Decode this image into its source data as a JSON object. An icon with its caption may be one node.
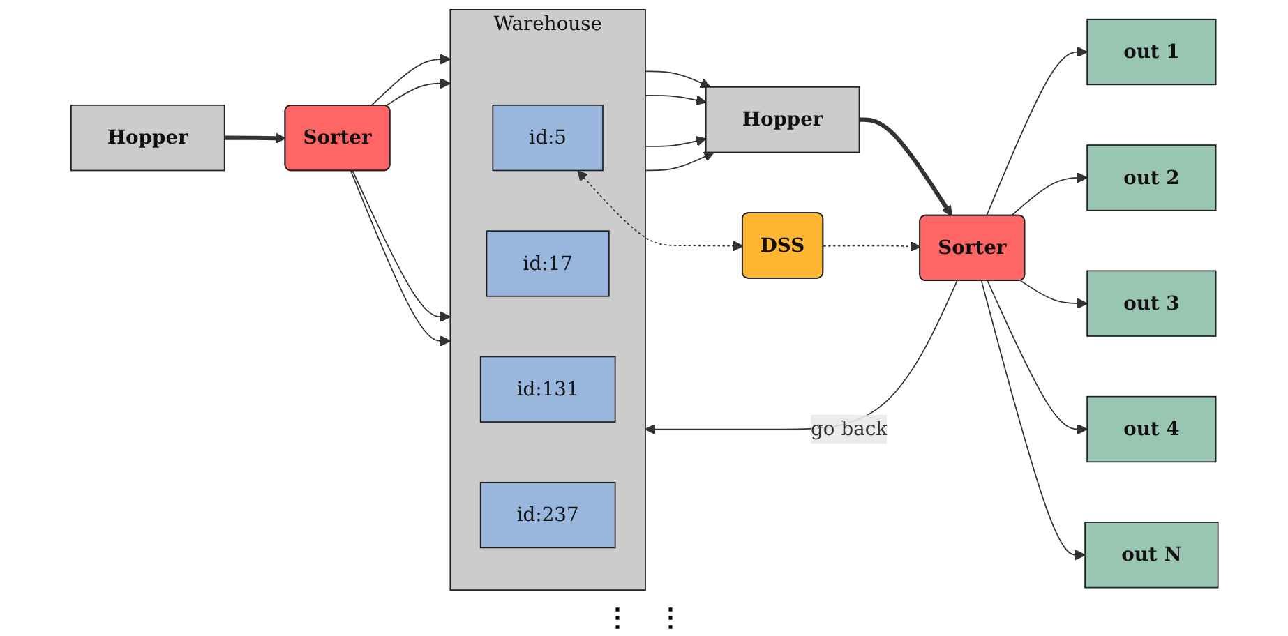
{
  "diagram": {
    "nodes": [
      {
        "text": [
          "Hopper"
        ]
      },
      {
        "text": [
          "Sorter"
        ]
      },
      {
        "text": [
          "Warehouse"
        ]
      },
      {
        "text": [
          "id:5"
        ],
        "in": 2
      },
      {
        "text": [
          "id:17"
        ],
        "in": 2
      },
      {
        "text": [
          "id:131"
        ],
        "in": 2
      },
      {
        "text": [
          "id:237"
        ],
        "in": 2
      },
      {
        "text": [
          "Hopper"
        ]
      },
      {
        "text": [
          "Sorter"
        ]
      },
      {
        "text": [
          "DSS"
        ]
      },
      {
        "text": [
          "out 1"
        ]
      },
      {
        "text": [
          "out 2"
        ]
      },
      {
        "text": [
          "out 3"
        ]
      },
      {
        "text": [
          "out 4"
        ]
      },
      {
        "text": [
          "out N"
        ]
      }
    ],
    "edges": [
      {
        "from": 0,
        "to": 1,
        "arrow": "to",
        "style": "thick"
      },
      {
        "from": 1,
        "to": 2,
        "arrow": "to"
      },
      {
        "from": 1,
        "to": 2,
        "arrow": "to"
      },
      {
        "from": 1,
        "to": 2,
        "arrow": "to"
      },
      {
        "from": 1,
        "to": 2,
        "arrow": "to"
      },
      {
        "from": 2,
        "to": 7,
        "arrow": "to"
      },
      {
        "from": 2,
        "to": 7,
        "arrow": "to"
      },
      {
        "from": 2,
        "to": 7,
        "arrow": "to"
      },
      {
        "from": 2,
        "to": 7,
        "arrow": "to"
      },
      {
        "from": 7,
        "to": 8,
        "arrow": "to",
        "style": "thick"
      },
      {
        "from": 3,
        "to": 9,
        "arrow": "both",
        "style": "dashed"
      },
      {
        "from": 9,
        "to": 8,
        "arrow": "to",
        "style": "dashed"
      },
      {
        "from": 8,
        "to": 10,
        "arrow": "to"
      },
      {
        "from": 8,
        "to": 11,
        "arrow": "to"
      },
      {
        "from": 8,
        "to": 12,
        "arrow": "to"
      },
      {
        "from": 8,
        "to": 13,
        "arrow": "to"
      },
      {
        "from": 8,
        "to": 14,
        "arrow": "to"
      },
      {
        "from": 8,
        "to": 2,
        "arrow": "to",
        "label": "go back"
      }
    ],
    "labels": [
      "⋮",
      "⋮"
    ]
  }
}
